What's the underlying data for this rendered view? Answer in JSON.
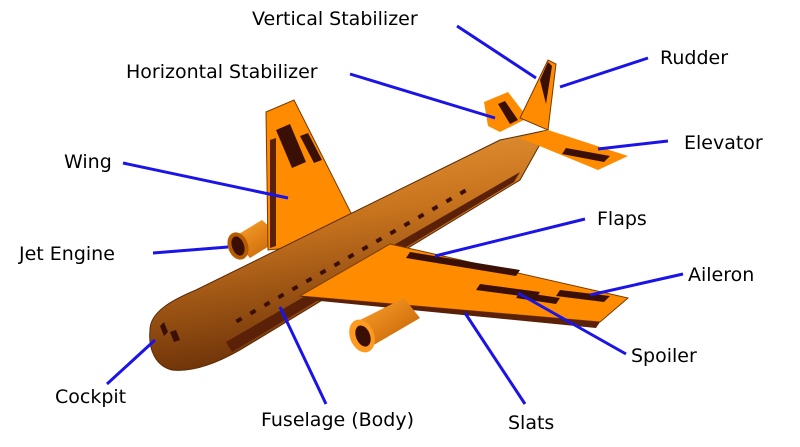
{
  "labels": {
    "vertical_stabilizer": "Vertical Stabilizer",
    "horizontal_stabilizer": "Horizontal Stabilizer",
    "rudder": "Rudder",
    "elevator": "Elevator",
    "wing": "Wing",
    "flaps": "Flaps",
    "jet_engine": "Jet Engine",
    "aileron": "Aileron",
    "spoiler": "Spoiler",
    "cockpit": "Cockpit",
    "fuselage": "Fuselage (Body)",
    "slats": "Slats"
  },
  "colors": {
    "leader": "#1a14e6",
    "wing_orange": "#ff8c00",
    "fuselage_brown": "#c0701f",
    "dark_marking": "#3a1006"
  }
}
